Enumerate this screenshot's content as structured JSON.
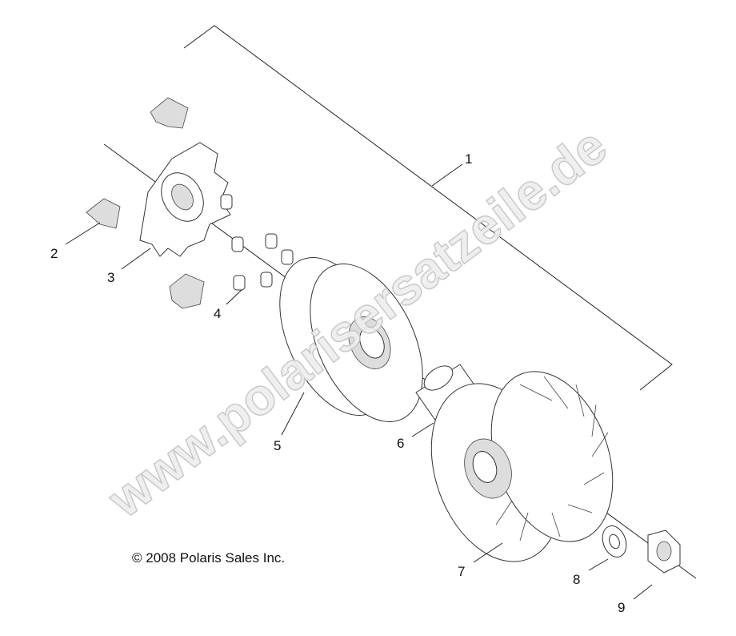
{
  "diagram": {
    "callouts": [
      "1",
      "2",
      "3",
      "4",
      "5",
      "6",
      "7",
      "8",
      "9"
    ],
    "copyright": "© 2008 Polaris Sales Inc.",
    "watermark": "www.polarisersatzeile.de"
  }
}
